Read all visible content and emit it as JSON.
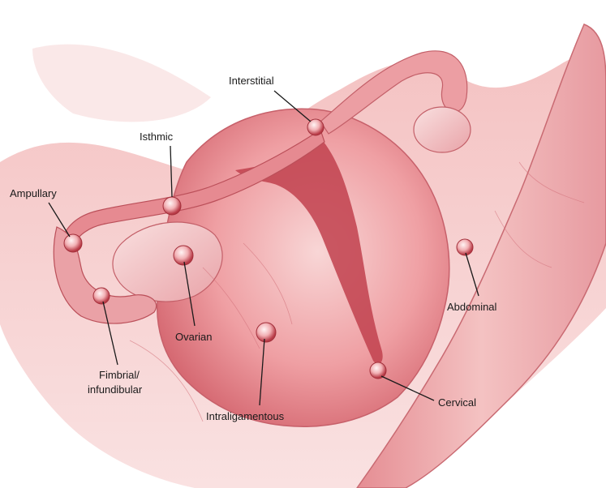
{
  "labels": {
    "interstitial": "Interstitial",
    "isthmic": "Isthmic",
    "ampullary": "Ampullary",
    "ovarian": "Ovarian",
    "fimbrial_line1": "Fimbrial/",
    "fimbrial_line2": "infundibular",
    "intraligamentous": "Intraligamentous",
    "abdominal": "Abdominal",
    "cervical": "Cervical"
  },
  "colors": {
    "tissue_light": "#f6cccc",
    "tissue_mid": "#ec9a9a",
    "tissue_dark": "#c9505a",
    "cavity": "#b8323e",
    "outline": "#b85a62",
    "leader_line": "#1a1a1a",
    "background": "#ffffff"
  }
}
